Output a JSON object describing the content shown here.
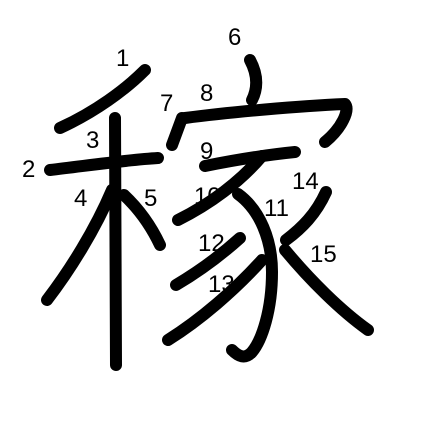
{
  "character": "稼",
  "stroke_numbers": [
    "1",
    "2",
    "3",
    "4",
    "5",
    "6",
    "7",
    "8",
    "9",
    "10",
    "11",
    "12",
    "13",
    "14",
    "15"
  ],
  "colors": {
    "background": "#ffffff",
    "stroke": "#000000",
    "label": "#000000"
  }
}
